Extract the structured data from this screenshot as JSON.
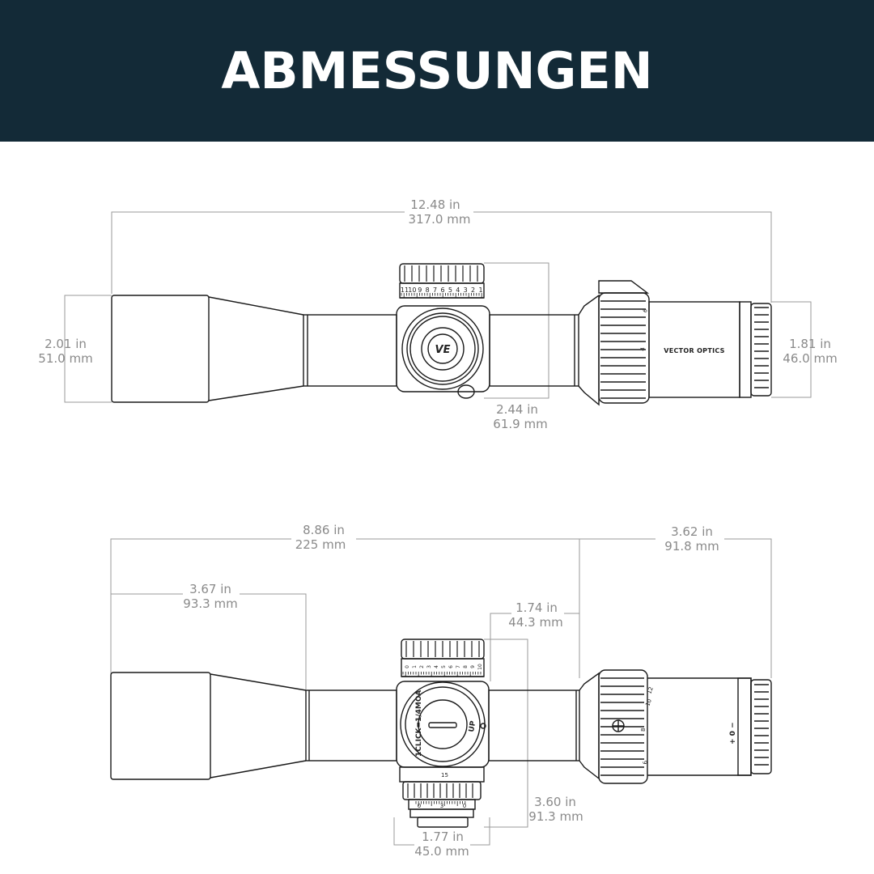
{
  "header": {
    "title": "ABMESSUNGEN",
    "background": "#132a37",
    "text_color": "#ffffff"
  },
  "brand_logo": "VECTOR OPTICS",
  "turret_logo_icon": "vector-optics-ve-logo-icon",
  "top_view": {
    "total_length": {
      "in": "12.48 in",
      "mm": "317.0 mm"
    },
    "objective_diameter": {
      "in": "2.01 in",
      "mm": "51.0 mm"
    },
    "eyepiece_diameter": {
      "in": "1.81 in",
      "mm": "46.0 mm"
    },
    "turret_width": {
      "in": "2.44 in",
      "mm": "61.9 mm"
    },
    "turret_scale": [
      "11",
      "10",
      "9",
      "8",
      "7",
      "6",
      "5",
      "4",
      "3",
      "2",
      "1"
    ],
    "zoom_marks": [
      "6",
      "4"
    ]
  },
  "side_view": {
    "tube_length": {
      "in": "8.86 in",
      "mm": "225 mm"
    },
    "eyepiece_length": {
      "in": "3.62 in",
      "mm": "91.8 mm"
    },
    "objective_length": {
      "in": "3.67 in",
      "mm": "93.3 mm"
    },
    "turret_offset": {
      "in": "1.74 in",
      "mm": "44.3 mm"
    },
    "turret_height": {
      "in": "3.60 in",
      "mm": "91.3 mm"
    },
    "turret_diameter": {
      "in": "1.77 in",
      "mm": "45.0 mm"
    },
    "turret_text": "1CLICK=1/4MOA",
    "turret_up": "UP",
    "turret_scale": [
      "0",
      "1",
      "2",
      "3",
      "4",
      "5",
      "6",
      "7",
      "8",
      "9",
      "10"
    ],
    "bottom_scale": [
      "0",
      "3",
      "0"
    ],
    "bottom_mark": "15",
    "zoom_marks": [
      "12",
      "10",
      "8",
      "6"
    ],
    "diopter_marks": "+ 0 −"
  }
}
